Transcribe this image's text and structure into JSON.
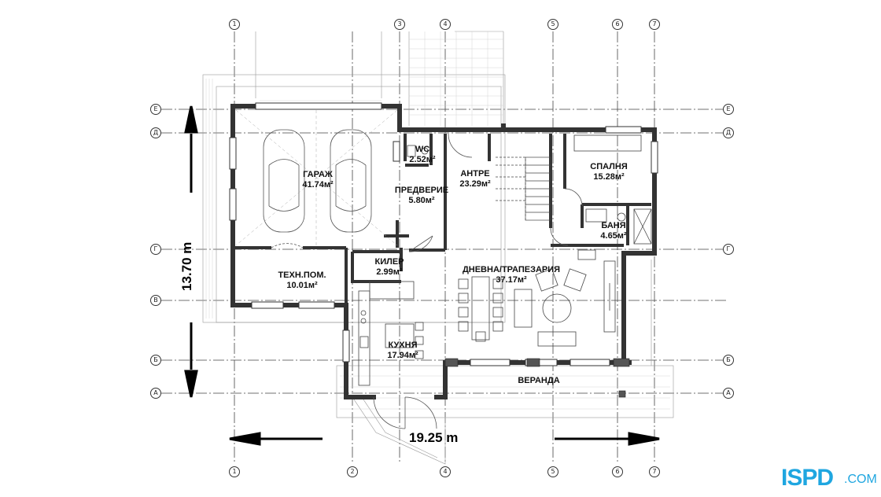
{
  "rooms": {
    "garage": {
      "name": "ГАРАЖ",
      "area": "41.74м²"
    },
    "wc": {
      "name": "WC",
      "area": "2.52м²"
    },
    "entry_hall": {
      "name": "ПРЕДВЕРИЕ",
      "area": "5.80м²"
    },
    "antre": {
      "name": "АНТРЕ",
      "area": "23.29м²"
    },
    "bedroom": {
      "name": "СПАЛНЯ",
      "area": "15.28м²"
    },
    "bathroom": {
      "name": "БАНЯ",
      "area": "4.65м²"
    },
    "tech_room": {
      "name": "ТЕХН.ПОМ.",
      "area": "10.01м²"
    },
    "pantry": {
      "name": "КИЛЕР",
      "area": "2.99м²"
    },
    "living_dining": {
      "name": "ДНЕВНА/ТРАПЕЗАРИЯ",
      "area": "37.17м²"
    },
    "kitchen": {
      "name": "КУХНЯ",
      "area": "17.94м²"
    },
    "veranda": {
      "name": "ВЕРАНДА",
      "area": ""
    }
  },
  "dimensions": {
    "width": "19.25 m",
    "depth": "13.70 m"
  },
  "axes": {
    "columns": [
      "1",
      "2",
      "3",
      "4",
      "5",
      "6",
      "7"
    ],
    "rows": [
      "Е",
      "Д",
      "Г",
      "В",
      "Б",
      "А"
    ]
  },
  "logo": {
    "brand": "ISPD",
    "suffix": ".COM"
  }
}
